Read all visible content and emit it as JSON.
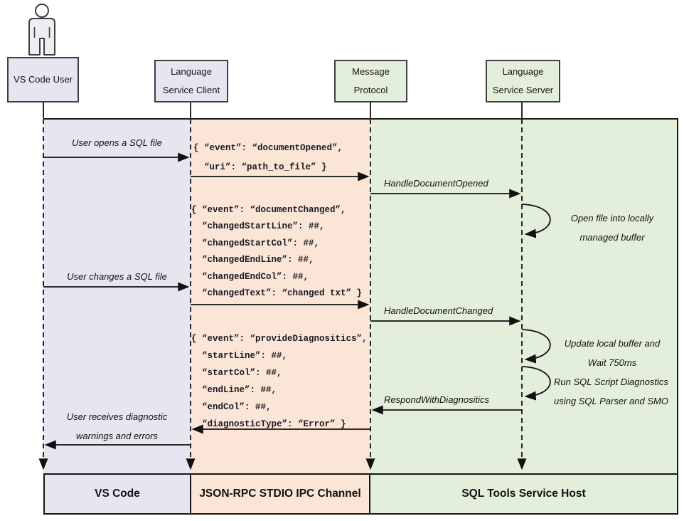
{
  "colors": {
    "lavender": "#e7e6f0",
    "peach": "#fbe5d6",
    "green": "#e3efda",
    "line": "#1a1a1a",
    "boxborder": "#3f3f3f"
  },
  "actors": {
    "user": {
      "label": "VS Code User"
    },
    "client": {
      "line1": "Language",
      "line2": "Service Client"
    },
    "protocol": {
      "line1": "Message",
      "line2": "Protocol"
    },
    "server": {
      "line1": "Language",
      "line2": "Service Server"
    }
  },
  "messages": {
    "open_file": "User opens a SQL file",
    "change_file": "User changes a SQL file",
    "receive_line1": "User receives diagnostic",
    "receive_line2": "warnings and errors",
    "handle_opened": "HandleDocumentOpened",
    "handle_changed": "HandleDocumentChanged",
    "respond_diag": "RespondWithDiagnositics"
  },
  "notes": {
    "open_buffer": {
      "line1": "Open file into locally",
      "line2": "managed buffer"
    },
    "update_buffer": {
      "line1": "Update local buffer and",
      "line2": "Wait 750ms"
    },
    "run_diag": {
      "line1": "Run SQL Script Diagnostics",
      "line2": "using SQL Parser and SMO"
    }
  },
  "json_messages": {
    "document_opened": {
      "l1": "{ “event”: “documentOpened”,",
      "l2": "  “uri”: “path_to_file” }"
    },
    "document_changed": {
      "l1": "{ “event”: “documentChanged”,",
      "l2": "  “changedStartLine”: ##,",
      "l3": "  “changedStartCol”: ##,",
      "l4": "  “changedEndLine”: ##,",
      "l5": "  “changedEndCol”: ##,",
      "l6": "  “changedText”: “changed txt” }"
    },
    "provide_diagnostics": {
      "l1": "{ “event”: “provideDiagnositics”,",
      "l2": "  “startLine”: ##,",
      "l3": "  “startCol”: ##,",
      "l4": "  “endLine”: ##,",
      "l5": "  “endCol”: ##,",
      "l6": "  “diagnosticType”: “Error” }"
    }
  },
  "footer": {
    "vscode": "VS Code",
    "ipc": "JSON-RPC STDIO IPC Channel",
    "host": "SQL Tools Service Host"
  }
}
